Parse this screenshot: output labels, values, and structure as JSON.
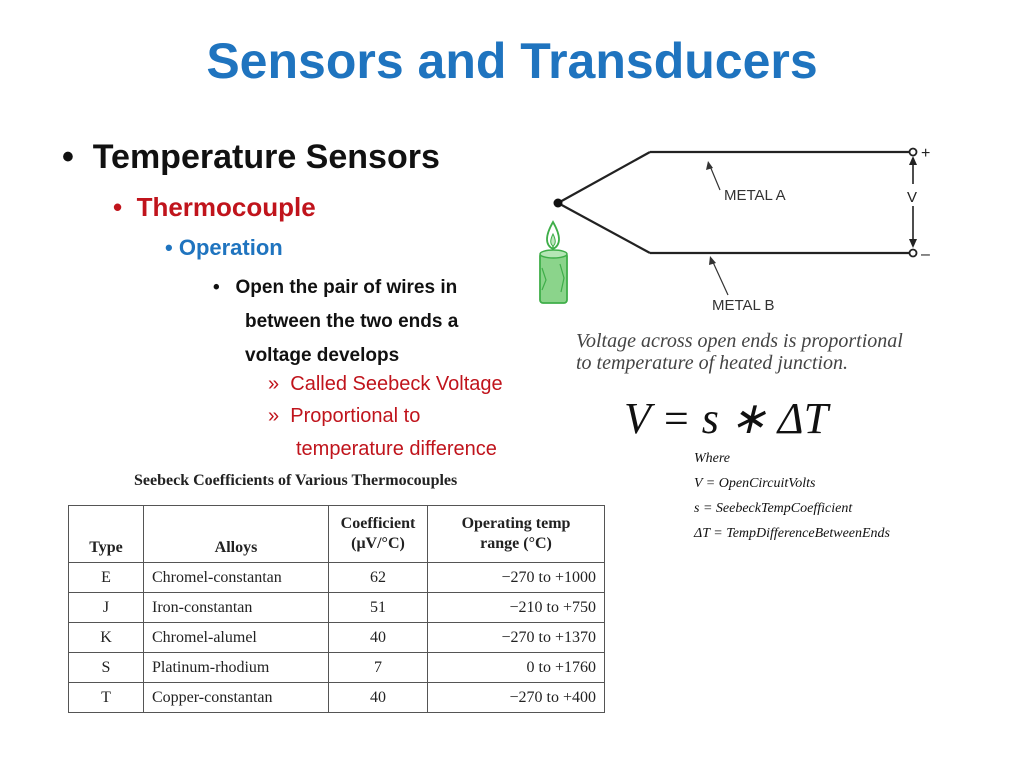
{
  "title": "Sensors and Transducers",
  "bullets": {
    "level1": "Temperature Sensors",
    "level2": "Thermocouple",
    "level3": "Operation",
    "level4_line1": "Open the pair of wires in",
    "level4_line2": "between the two ends a",
    "level4_line3": "voltage develops",
    "sub1": "Called Seebeck Voltage",
    "sub2_line1": "Proportional to",
    "sub2_line2": "temperature difference"
  },
  "figure": {
    "metal_a": "METAL A",
    "metal_b": "METAL B",
    "voltage_label": "V",
    "plus": "+",
    "minus": "–",
    "caption_line1": "Voltage across open ends is proportional",
    "caption_line2": "to temperature of heated junction."
  },
  "formula": {
    "main": "V = s ∗ ΔT",
    "where": "Where",
    "def_v": "V = OpenCircuitVolts",
    "def_s": "s = SeebeckTempCoefficient",
    "def_t": "ΔT = TempDifferenceBetweenEnds"
  },
  "table": {
    "title": "Seebeck Coefficients of Various Thermocouples",
    "headers": {
      "type": "Type",
      "alloys": "Alloys",
      "coef_line1": "Coefficient",
      "coef_line2": "(μV/°C)",
      "range_line1": "Operating temp",
      "range_line2": "range (°C)"
    },
    "rows": [
      {
        "type": "E",
        "alloy": "Chromel-constantan",
        "coef": "62",
        "low": "−270",
        "high": "+1000"
      },
      {
        "type": "J",
        "alloy": "Iron-constantan",
        "coef": "51",
        "low": "−210",
        "high": "+750"
      },
      {
        "type": "K",
        "alloy": "Chromel-alumel",
        "coef": "40",
        "low": "−270",
        "high": "+1370"
      },
      {
        "type": "S",
        "alloy": "Platinum-rhodium",
        "coef": "7",
        "low": "0",
        "high": "+1760"
      },
      {
        "type": "T",
        "alloy": "Copper-constantan",
        "coef": "40",
        "low": "−270",
        "high": "+400"
      }
    ],
    "to_word": "to"
  },
  "colors": {
    "title": "#1f74bf",
    "thermocouple": "#c0141c",
    "operation": "#1f74bf",
    "sub_bullets": "#c0141c",
    "candle": "#3fae49"
  }
}
